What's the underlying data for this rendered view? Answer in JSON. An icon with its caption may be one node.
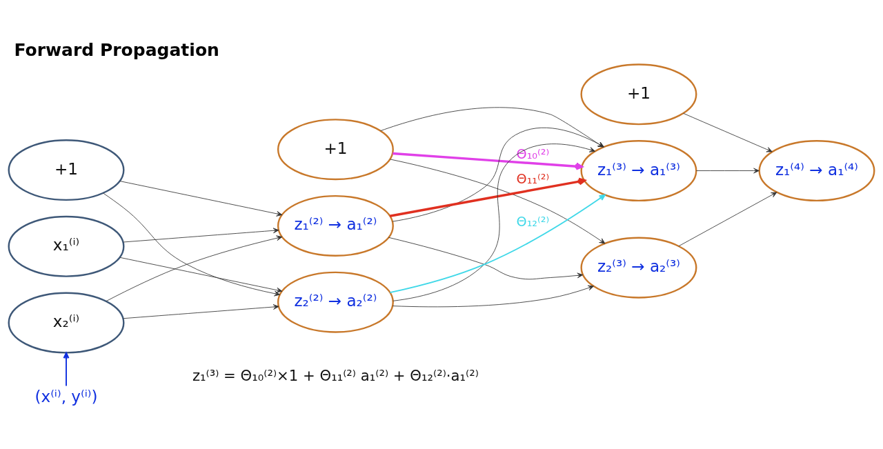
{
  "diagram": {
    "title": "Forward Propagation",
    "nodes": [
      {
        "text": [
          "+1"
        ]
      },
      {
        "text": [
          "x₁⁽ⁱ⁾"
        ]
      },
      {
        "text": [
          "x₂⁽ⁱ⁾"
        ]
      },
      {
        "text": [
          "+1"
        ]
      },
      {
        "text": [
          "z₁⁽²⁾ → a₁⁽²⁾"
        ]
      },
      {
        "text": [
          "z₂⁽²⁾ → a₂⁽²⁾"
        ]
      },
      {
        "text": [
          "+1"
        ]
      },
      {
        "text": [
          "z₁⁽³⁾ → a₁⁽³⁾"
        ]
      },
      {
        "text": [
          "z₂⁽³⁾ → a₂⁽³⁾"
        ]
      },
      {
        "text": [
          "z₁⁽⁴⁾ → a₁⁽⁴⁾"
        ]
      },
      {
        "text": [
          "(x⁽ⁱ⁾, y⁽ⁱ⁾)"
        ]
      }
    ],
    "edges": [
      {
        "from": 0,
        "to": 4,
        "arrow": "to"
      },
      {
        "from": 0,
        "to": 5,
        "arrow": "to"
      },
      {
        "from": 1,
        "to": 4,
        "arrow": "to"
      },
      {
        "from": 1,
        "to": 5,
        "arrow": "to"
      },
      {
        "from": 2,
        "to": 4,
        "arrow": "to"
      },
      {
        "from": 2,
        "to": 5,
        "arrow": "to"
      },
      {
        "from": 3,
        "to": 7,
        "arrow": "to"
      },
      {
        "from": 3,
        "to": 8,
        "arrow": "to"
      },
      {
        "from": 4,
        "to": 7,
        "arrow": "to"
      },
      {
        "from": 4,
        "to": 8,
        "arrow": "to"
      },
      {
        "from": 5,
        "to": 7,
        "arrow": "to"
      },
      {
        "from": 5,
        "to": 8,
        "arrow": "to"
      },
      {
        "from": 6,
        "to": 9,
        "arrow": "to"
      },
      {
        "from": 7,
        "to": 9,
        "arrow": "to"
      },
      {
        "from": 8,
        "to": 9,
        "arrow": "to"
      },
      {
        "from": 3,
        "to": 7,
        "arrow": "to",
        "label": "Θ₁₀⁽²⁾",
        "style": "thick",
        "color": "#e040e8"
      },
      {
        "from": 4,
        "to": 7,
        "arrow": "to",
        "label": "Θ₁₁⁽²⁾",
        "style": "thick",
        "color": "#e03020"
      },
      {
        "from": 5,
        "to": 7,
        "arrow": "to",
        "label": "Θ₁₂⁽²⁾",
        "color": "#40d8e8"
      },
      {
        "from": 10,
        "to": 2,
        "arrow": "to",
        "color": "#1030e0"
      }
    ],
    "labels": [
      "z₁⁽³⁾ = Θ₁₀⁽²⁾×1 + Θ₁₁⁽²⁾ a₁⁽²⁾ + Θ₁₂⁽²⁾·a₁⁽²⁾"
    ]
  }
}
